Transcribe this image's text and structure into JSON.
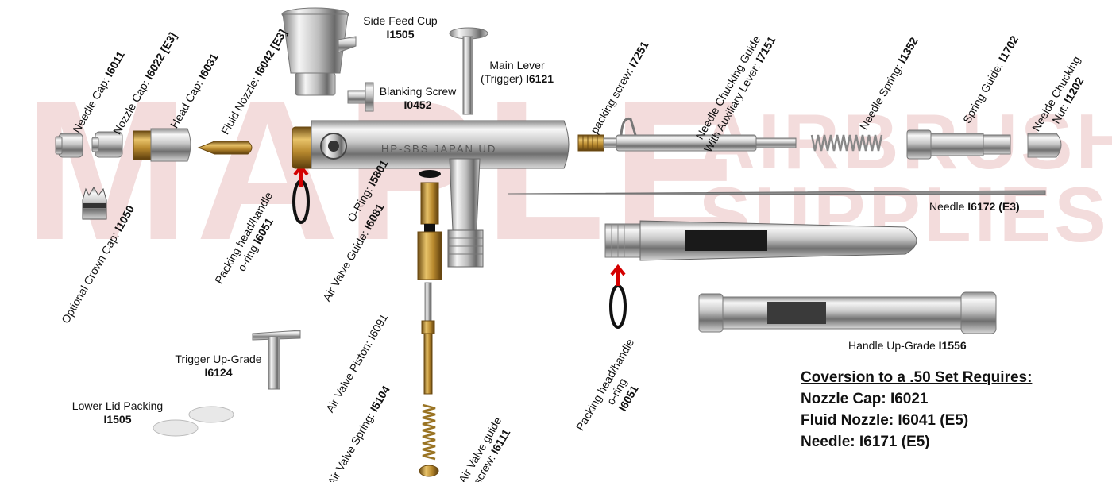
{
  "watermark": {
    "brand": "MAPLE",
    "line1": "AIRBRUSH",
    "line2": "SUPPLIES"
  },
  "body_engraving": "HP-SBS    JAPAN    UD",
  "colors": {
    "chrome_light": "#f4f4f4",
    "chrome_dark": "#6f6f6f",
    "brass": "#b8892e",
    "arrow": "#d40000",
    "oring": "#111111",
    "watermark": "#f3dcdc"
  },
  "labels": {
    "needle_cap": {
      "name": "Needle Cap: ",
      "code": "I6011"
    },
    "nozzle_cap": {
      "name": "Nozzle Cap: ",
      "code": "I6022 [E3]"
    },
    "head_cap": {
      "name": "Head Cap: ",
      "code": "I6031"
    },
    "fluid_nozzle": {
      "name": "Fluid Nozzle: ",
      "code": "I6042 [E3]"
    },
    "crown_cap": {
      "name": "Optional Crown Cap: ",
      "code": "I1050"
    },
    "packing_oring_left": {
      "line1": "Packing head/handle",
      "line2": "o-ring ",
      "code": "I6051"
    },
    "side_feed_cup": {
      "name": "Side Feed Cup",
      "code": "I1505"
    },
    "blanking_screw": {
      "name": "Blanking Screw",
      "code": "I0452"
    },
    "main_lever": {
      "line1": "Main Lever",
      "line2": "(Trigger) ",
      "code": "I6121"
    },
    "oring": {
      "name": "O-Ring: ",
      "code": "I5801"
    },
    "air_valve_guide": {
      "name": "Air Valve Guide: ",
      "code": "I6081"
    },
    "air_valve_piston": {
      "name": "Air Valve Piston: I6091"
    },
    "air_valve_spring": {
      "name": "Air Valve Spring: ",
      "code": "I5104"
    },
    "air_valve_guide_screw": {
      "line1": "Air Valve guide",
      "line2": "screw: ",
      "code": "I6111"
    },
    "packing_screw": {
      "name": "packing screw: ",
      "code": "I7251"
    },
    "needle_chucking_guide": {
      "line1": "Needle Chucking Guide",
      "line2": "With Auxiliary Lever: ",
      "code": "I7151"
    },
    "needle_spring": {
      "name": "Needle Spring: ",
      "code": "I1352"
    },
    "spring_guide": {
      "name": "Spring Guide: ",
      "code": "I1702"
    },
    "needle_chucking_nut": {
      "line1": "Neelde Chucking",
      "line2": "Nut: ",
      "code": "I1202"
    },
    "needle": {
      "name": "Needle ",
      "code": "I6172 (E3)"
    },
    "packing_oring_right": {
      "line1": "Packing head/handle",
      "line2": "o-ring",
      "code": "I6051"
    },
    "handle_upgrade": {
      "name": "Handle Up-Grade ",
      "code": "I1556"
    },
    "trigger_upgrade": {
      "name": "Trigger Up-Grade",
      "code": "I6124"
    },
    "lower_lid_packing": {
      "name": "Lower Lid Packing",
      "code": "I1505"
    }
  },
  "conversion": {
    "title": "Coversion to a .50  Set Requires:",
    "items": [
      "Nozzle Cap: I6021",
      "Fluid Nozzle: I6041 (E5)",
      "Needle: I6171 (E5)"
    ]
  }
}
